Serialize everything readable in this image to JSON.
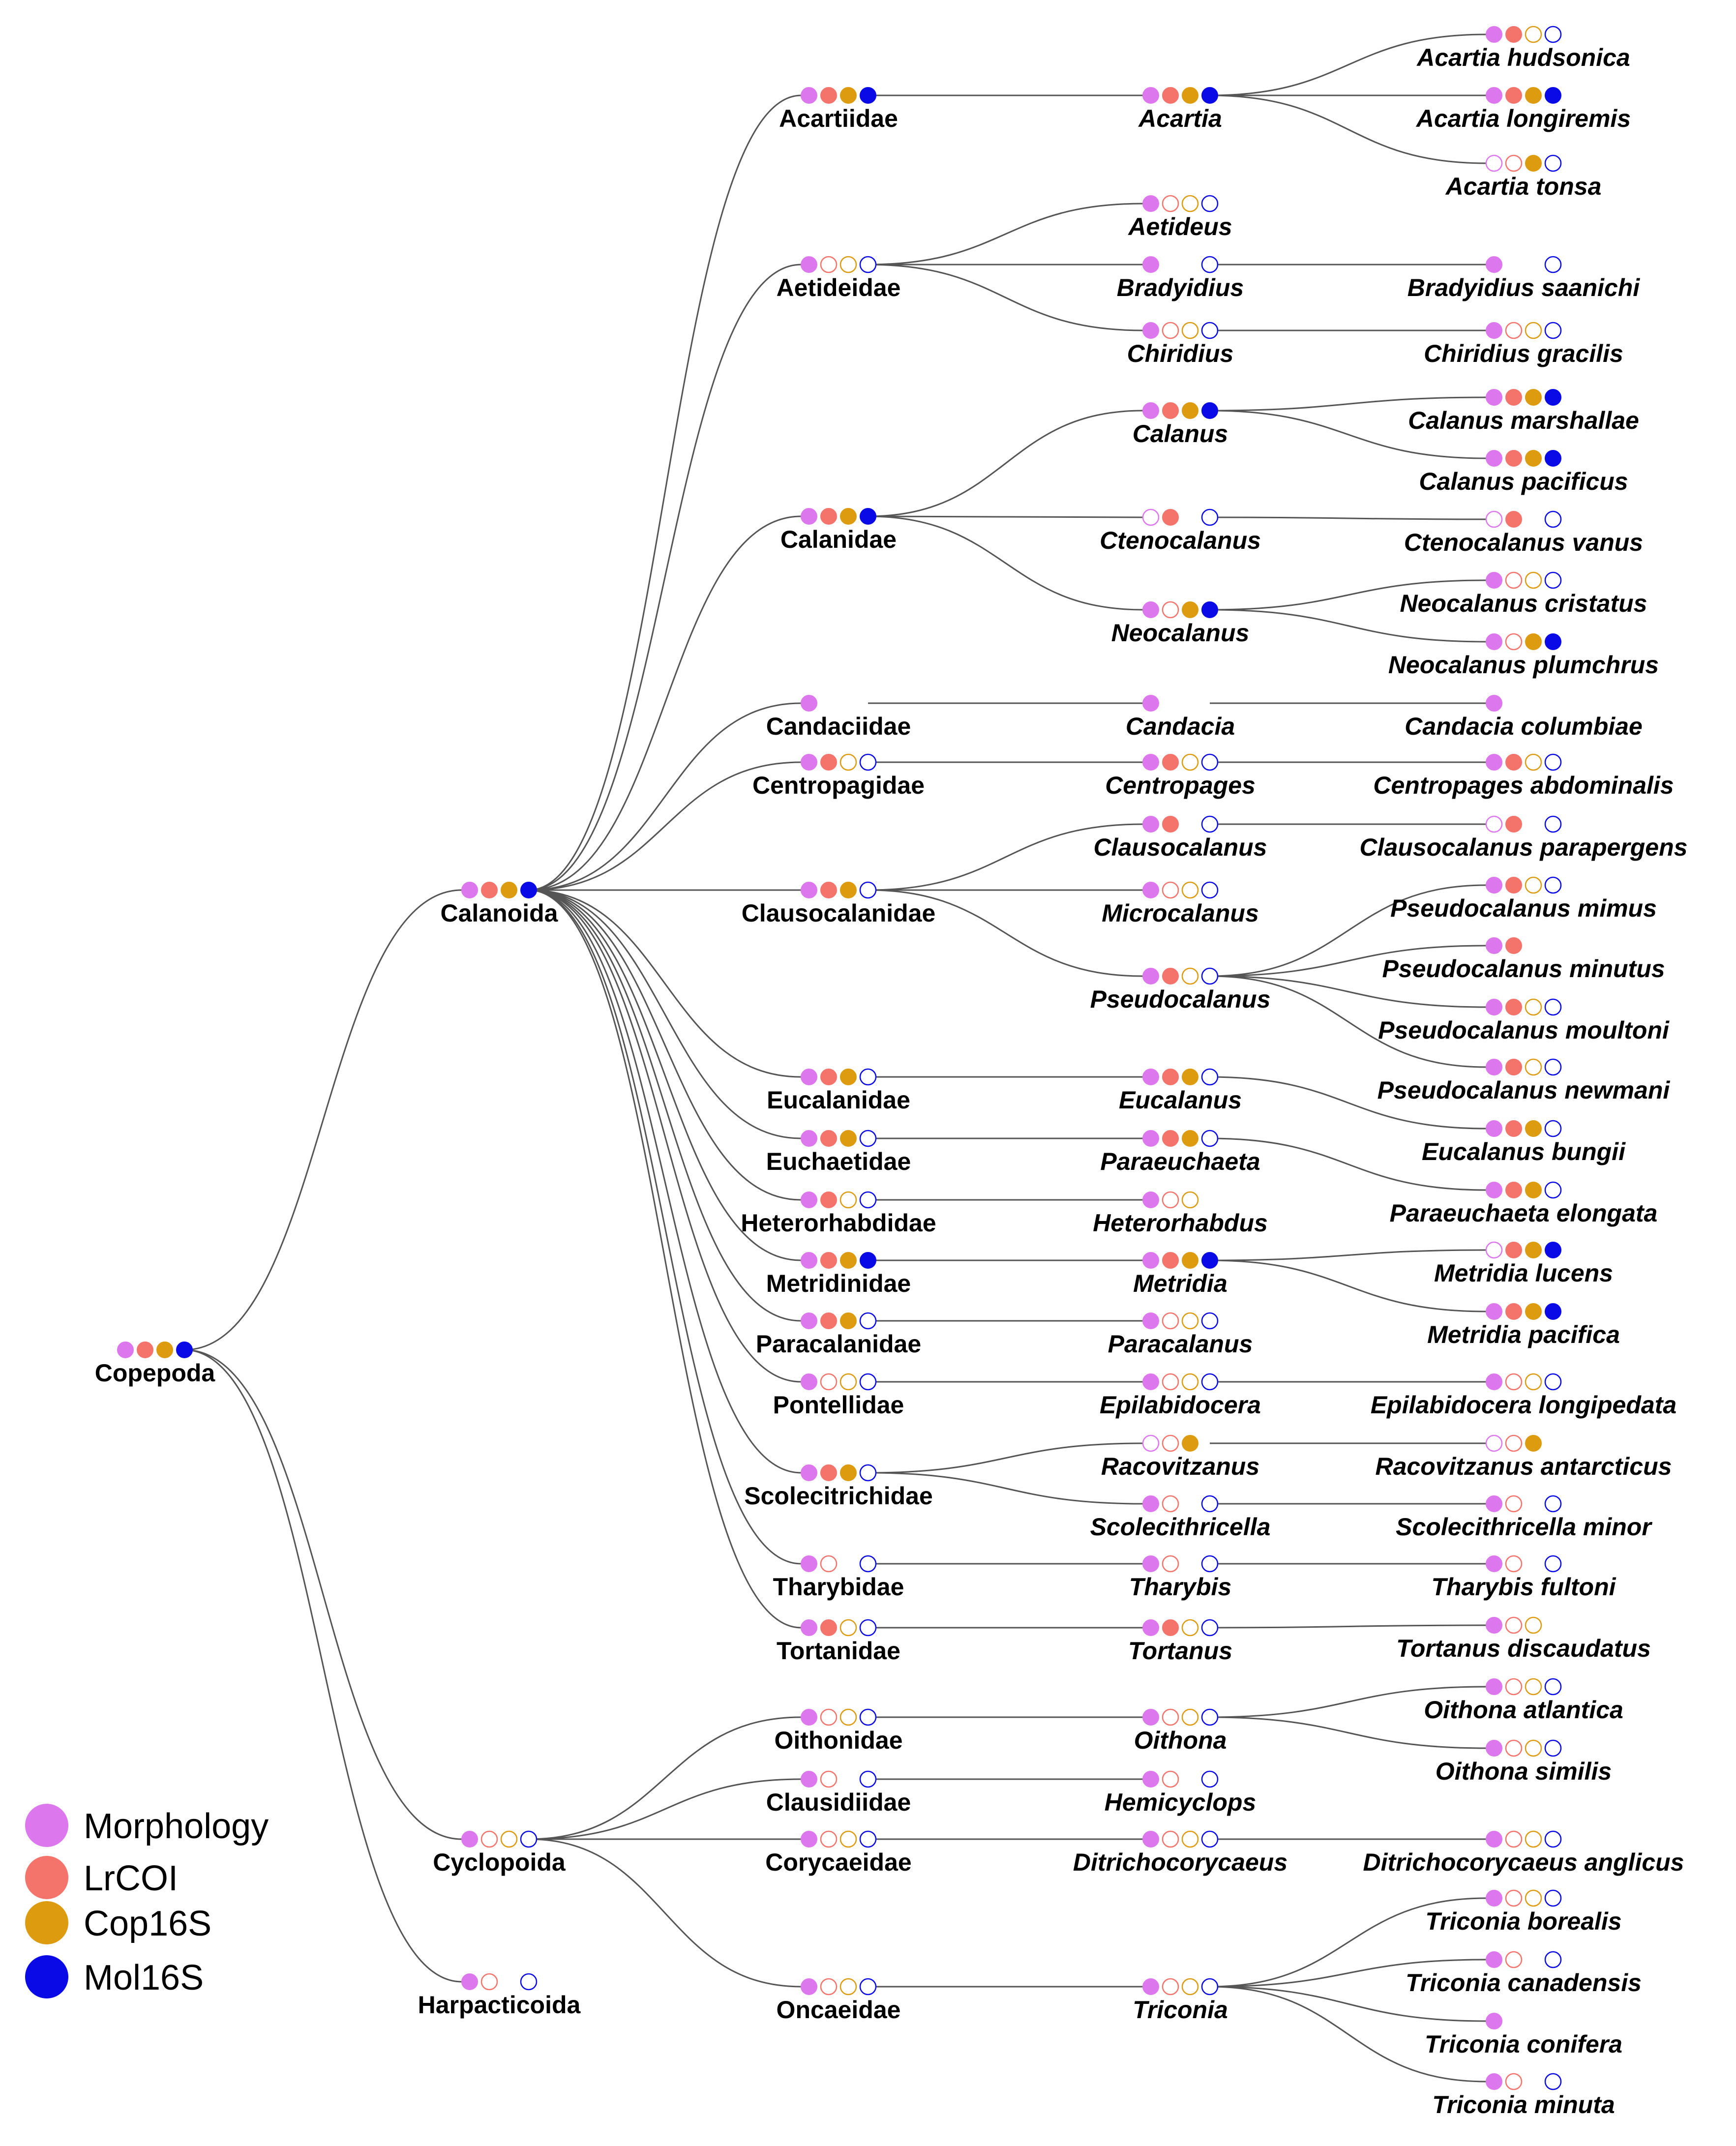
{
  "colors": {
    "Morphology": "#dd77ee",
    "LrCOI": "#f4736a",
    "Cop16S": "#dd9b10",
    "Mol16S": "#0a0ae6",
    "link": "#555555"
  },
  "legend": [
    {
      "key": "Morphology",
      "label": "Morphology"
    },
    {
      "key": "LrCOI",
      "label": "LrCOI"
    },
    {
      "key": "Cop16S",
      "label": "Cop16S"
    },
    {
      "key": "Mol16S",
      "label": "Mol16S"
    }
  ],
  "marker_order": [
    "Morphology",
    "LrCOI",
    "Cop16S",
    "Mol16S"
  ],
  "tree": {
    "nodes": [
      {
        "id": "copepoda",
        "label": "Copepoda",
        "level": 0,
        "marks": "FFFF"
      },
      {
        "id": "calanoida",
        "label": "Calanoida",
        "level": 1,
        "parent": "copepoda",
        "marks": "FFFF"
      },
      {
        "id": "cyclopoida",
        "label": "Cyclopoida",
        "level": 1,
        "parent": "copepoda",
        "marks": "FOOO"
      },
      {
        "id": "harpacticoida",
        "label": "Harpacticoida",
        "level": 1,
        "parent": "copepoda",
        "marks": "FO-O"
      },
      {
        "id": "acartiidae",
        "label": "Acartiidae",
        "level": 2,
        "parent": "calanoida",
        "marks": "FFFF"
      },
      {
        "id": "aetideidae",
        "label": "Aetideidae",
        "level": 2,
        "parent": "calanoida",
        "marks": "FOOO"
      },
      {
        "id": "calanidae",
        "label": "Calanidae",
        "level": 2,
        "parent": "calanoida",
        "marks": "FFFF"
      },
      {
        "id": "candaciidae",
        "label": "Candaciidae",
        "level": 2,
        "parent": "calanoida",
        "marks": "F---"
      },
      {
        "id": "centropagidae",
        "label": "Centropagidae",
        "level": 2,
        "parent": "calanoida",
        "marks": "FFOO"
      },
      {
        "id": "clausocalanidae",
        "label": "Clausocalanidae",
        "level": 2,
        "parent": "calanoida",
        "marks": "FFFO"
      },
      {
        "id": "eucalanidae",
        "label": "Eucalanidae",
        "level": 2,
        "parent": "calanoida",
        "marks": "FFFO"
      },
      {
        "id": "euchaetidae",
        "label": "Euchaetidae",
        "level": 2,
        "parent": "calanoida",
        "marks": "FFFO"
      },
      {
        "id": "heterorhabdidae",
        "label": "Heterorhabdidae",
        "level": 2,
        "parent": "calanoida",
        "marks": "FFOO"
      },
      {
        "id": "metridinidae",
        "label": "Metridinidae",
        "level": 2,
        "parent": "calanoida",
        "marks": "FFFF"
      },
      {
        "id": "paracalanidae",
        "label": "Paracalanidae",
        "level": 2,
        "parent": "calanoida",
        "marks": "FFFO"
      },
      {
        "id": "pontellidae",
        "label": "Pontellidae",
        "level": 2,
        "parent": "calanoida",
        "marks": "FOOO"
      },
      {
        "id": "scolecitrichidae",
        "label": "Scolecitrichidae",
        "level": 2,
        "parent": "calanoida",
        "marks": "FFFO"
      },
      {
        "id": "tharybidae",
        "label": "Tharybidae",
        "level": 2,
        "parent": "calanoida",
        "marks": "FO-O"
      },
      {
        "id": "tortanidae",
        "label": "Tortanidae",
        "level": 2,
        "parent": "calanoida",
        "marks": "FFOO"
      },
      {
        "id": "oithonidae",
        "label": "Oithonidae",
        "level": 2,
        "parent": "cyclopoida",
        "marks": "FOOO"
      },
      {
        "id": "clausidiidae",
        "label": "Clausidiidae",
        "level": 2,
        "parent": "cyclopoida",
        "marks": "FO-O"
      },
      {
        "id": "corycaeidae",
        "label": "Corycaeidae",
        "level": 2,
        "parent": "cyclopoida",
        "marks": "FOOO"
      },
      {
        "id": "oncaeidae",
        "label": "Oncaeidae",
        "level": 2,
        "parent": "cyclopoida",
        "marks": "FOOO"
      },
      {
        "id": "g-acartia",
        "label": "Acartia",
        "level": 3,
        "parent": "acartiidae",
        "marks": "FFFF"
      },
      {
        "id": "g-aetideus",
        "label": "Aetideus",
        "level": 3,
        "parent": "aetideidae",
        "marks": "FOOO"
      },
      {
        "id": "g-bradyidius",
        "label": "Bradyidius",
        "level": 3,
        "parent": "aetideidae",
        "marks": "F--O"
      },
      {
        "id": "g-chiridius",
        "label": "Chiridius",
        "level": 3,
        "parent": "aetideidae",
        "marks": "FOOO"
      },
      {
        "id": "g-calanus",
        "label": "Calanus",
        "level": 3,
        "parent": "calanidae",
        "marks": "FFFF"
      },
      {
        "id": "g-ctenocalanus",
        "label": "Ctenocalanus",
        "level": 3,
        "parent": "calanidae",
        "marks": "OF-O"
      },
      {
        "id": "g-neocalanus",
        "label": "Neocalanus",
        "level": 3,
        "parent": "calanidae",
        "marks": "FOFF"
      },
      {
        "id": "g-candacia",
        "label": "Candacia",
        "level": 3,
        "parent": "candaciidae",
        "marks": "F---"
      },
      {
        "id": "g-centropages",
        "label": "Centropages",
        "level": 3,
        "parent": "centropagidae",
        "marks": "FFOO"
      },
      {
        "id": "g-clausocalanus",
        "label": "Clausocalanus",
        "level": 3,
        "parent": "clausocalanidae",
        "marks": "FF-O"
      },
      {
        "id": "g-microcalanus",
        "label": "Microcalanus",
        "level": 3,
        "parent": "clausocalanidae",
        "marks": "FOOO"
      },
      {
        "id": "g-pseudocalanus",
        "label": "Pseudocalanus",
        "level": 3,
        "parent": "clausocalanidae",
        "marks": "FFOO"
      },
      {
        "id": "g-eucalanus",
        "label": "Eucalanus",
        "level": 3,
        "parent": "eucalanidae",
        "marks": "FFFO"
      },
      {
        "id": "g-paraeuchaeta",
        "label": "Paraeuchaeta",
        "level": 3,
        "parent": "euchaetidae",
        "marks": "FFFO"
      },
      {
        "id": "g-heterorhabdus",
        "label": "Heterorhabdus",
        "level": 3,
        "parent": "heterorhabdidae",
        "marks": "FOO-"
      },
      {
        "id": "g-metridia",
        "label": "Metridia",
        "level": 3,
        "parent": "metridinidae",
        "marks": "FFFF"
      },
      {
        "id": "g-paracalanus",
        "label": "Paracalanus",
        "level": 3,
        "parent": "paracalanidae",
        "marks": "FOOO"
      },
      {
        "id": "g-epilabidocera",
        "label": "Epilabidocera",
        "level": 3,
        "parent": "pontellidae",
        "marks": "FOOO"
      },
      {
        "id": "g-racovitzanus",
        "label": "Racovitzanus",
        "level": 3,
        "parent": "scolecitrichidae",
        "marks": "OOF-"
      },
      {
        "id": "g-scolecithricella",
        "label": "Scolecithricella",
        "level": 3,
        "parent": "scolecitrichidae",
        "marks": "FO-O"
      },
      {
        "id": "g-tharybis",
        "label": "Tharybis",
        "level": 3,
        "parent": "tharybidae",
        "marks": "FO-O"
      },
      {
        "id": "g-tortanus",
        "label": "Tortanus",
        "level": 3,
        "parent": "tortanidae",
        "marks": "FFOO"
      },
      {
        "id": "g-oithona",
        "label": "Oithona",
        "level": 3,
        "parent": "oithonidae",
        "marks": "FOOO"
      },
      {
        "id": "g-hemicyclops",
        "label": "Hemicyclops",
        "level": 3,
        "parent": "clausidiidae",
        "marks": "FO-O"
      },
      {
        "id": "g-ditrichocorycaeus",
        "label": "Ditrichocorycaeus",
        "level": 3,
        "parent": "corycaeidae",
        "marks": "FOOO"
      },
      {
        "id": "g-triconia",
        "label": "Triconia",
        "level": 3,
        "parent": "oncaeidae",
        "marks": "FOOO"
      },
      {
        "id": "s-acartia-hudsonica",
        "label": "Acartia hudsonica",
        "level": 4,
        "parent": "g-acartia",
        "marks": "FFOO"
      },
      {
        "id": "s-acartia-longiremis",
        "label": "Acartia longiremis",
        "level": 4,
        "parent": "g-acartia",
        "marks": "FFFF"
      },
      {
        "id": "s-acartia-tonsa",
        "label": "Acartia tonsa",
        "level": 4,
        "parent": "g-acartia",
        "marks": "OOFO"
      },
      {
        "id": "s-bradyidius-saanichi",
        "label": "Bradyidius saanichi",
        "level": 4,
        "parent": "g-bradyidius",
        "marks": "F--O"
      },
      {
        "id": "s-chiridius-gracilis",
        "label": "Chiridius gracilis",
        "level": 4,
        "parent": "g-chiridius",
        "marks": "FOOO"
      },
      {
        "id": "s-calanus-marshallae",
        "label": "Calanus marshallae",
        "level": 4,
        "parent": "g-calanus",
        "marks": "FFFF"
      },
      {
        "id": "s-calanus-pacificus",
        "label": "Calanus pacificus",
        "level": 4,
        "parent": "g-calanus",
        "marks": "FFFF"
      },
      {
        "id": "s-ctenocalanus-vanus",
        "label": "Ctenocalanus vanus",
        "level": 4,
        "parent": "g-ctenocalanus",
        "marks": "OF-O"
      },
      {
        "id": "s-neocalanus-cristatus",
        "label": "Neocalanus cristatus",
        "level": 4,
        "parent": "g-neocalanus",
        "marks": "FOOO"
      },
      {
        "id": "s-neocalanus-plumchrus",
        "label": "Neocalanus plumchrus",
        "level": 4,
        "parent": "g-neocalanus",
        "marks": "FOFF"
      },
      {
        "id": "s-candacia-columbiae",
        "label": "Candacia columbiae",
        "level": 4,
        "parent": "g-candacia",
        "marks": "F---"
      },
      {
        "id": "s-centropages-abdominalis",
        "label": "Centropages abdominalis",
        "level": 4,
        "parent": "g-centropages",
        "marks": "FFOO"
      },
      {
        "id": "s-clausocalanus-parapergens",
        "label": "Clausocalanus parapergens",
        "level": 4,
        "parent": "g-clausocalanus",
        "marks": "OF-O"
      },
      {
        "id": "s-pseudocalanus-mimus",
        "label": "Pseudocalanus mimus",
        "level": 4,
        "parent": "g-pseudocalanus",
        "marks": "FFOO"
      },
      {
        "id": "s-pseudocalanus-minutus",
        "label": "Pseudocalanus minutus",
        "level": 4,
        "parent": "g-pseudocalanus",
        "marks": "FF--"
      },
      {
        "id": "s-pseudocalanus-moultoni",
        "label": "Pseudocalanus moultoni",
        "level": 4,
        "parent": "g-pseudocalanus",
        "marks": "FFOO"
      },
      {
        "id": "s-pseudocalanus-newmani",
        "label": "Pseudocalanus newmani",
        "level": 4,
        "parent": "g-pseudocalanus",
        "marks": "FFOO"
      },
      {
        "id": "s-eucalanus-bungii",
        "label": "Eucalanus bungii",
        "level": 4,
        "parent": "g-eucalanus",
        "marks": "FFFO"
      },
      {
        "id": "s-paraeuchaeta-elongata",
        "label": "Paraeuchaeta elongata",
        "level": 4,
        "parent": "g-paraeuchaeta",
        "marks": "FFFO"
      },
      {
        "id": "s-metridia-lucens",
        "label": "Metridia lucens",
        "level": 4,
        "parent": "g-metridia",
        "marks": "OFFF"
      },
      {
        "id": "s-metridia-pacifica",
        "label": "Metridia pacifica",
        "level": 4,
        "parent": "g-metridia",
        "marks": "FFFF"
      },
      {
        "id": "s-epilabidocera-longipedata",
        "label": "Epilabidocera longipedata",
        "level": 4,
        "parent": "g-epilabidocera",
        "marks": "FOOO"
      },
      {
        "id": "s-racovitzanus-antarcticus",
        "label": "Racovitzanus antarcticus",
        "level": 4,
        "parent": "g-racovitzanus",
        "marks": "OOF-"
      },
      {
        "id": "s-scolecithricella-minor",
        "label": "Scolecithricella minor",
        "level": 4,
        "parent": "g-scolecithricella",
        "marks": "FO-O"
      },
      {
        "id": "s-tharybis-fultoni",
        "label": "Tharybis fultoni",
        "level": 4,
        "parent": "g-tharybis",
        "marks": "FO-O"
      },
      {
        "id": "s-tortanus-discaudatus",
        "label": "Tortanus discaudatus",
        "level": 4,
        "parent": "g-tortanus",
        "marks": "FOO-"
      },
      {
        "id": "s-oithona-atlantica",
        "label": "Oithona atlantica",
        "level": 4,
        "parent": "g-oithona",
        "marks": "FOOO"
      },
      {
        "id": "s-oithona-similis",
        "label": "Oithona similis",
        "level": 4,
        "parent": "g-oithona",
        "marks": "FOOO"
      },
      {
        "id": "s-ditrichocorycaeus-anglicus",
        "label": "Ditrichocorycaeus anglicus",
        "level": 4,
        "parent": "g-ditrichocorycaeus",
        "marks": "FOOO"
      },
      {
        "id": "s-triconia-borealis",
        "label": "Triconia borealis",
        "level": 4,
        "parent": "g-triconia",
        "marks": "FOOO"
      },
      {
        "id": "s-triconia-canadensis",
        "label": "Triconia canadensis",
        "level": 4,
        "parent": "g-triconia",
        "marks": "FO-O"
      },
      {
        "id": "s-triconia-conifera",
        "label": "Triconia conifera",
        "level": 4,
        "parent": "g-triconia",
        "marks": "F---"
      },
      {
        "id": "s-triconia-minuta",
        "label": "Triconia minuta",
        "level": 4,
        "parent": "g-triconia",
        "marks": "FO-O"
      }
    ]
  }
}
